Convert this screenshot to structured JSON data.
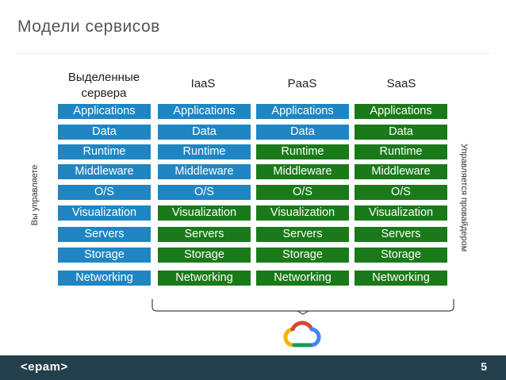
{
  "slide": {
    "title": "Модели сервисов",
    "page_number": "5",
    "logo_text": "<epam>"
  },
  "labels": {
    "left": "Вы управляете",
    "right": "Управляется провайдером"
  },
  "legend_colors": {
    "you_manage": "#1f86c3",
    "provider_manages": "#1a7a1a"
  },
  "layers": [
    "Applications",
    "Data",
    "Runtime",
    "Middleware",
    "O/S",
    "Visualization",
    "Servers",
    "Storage",
    "Networking"
  ],
  "columns": [
    {
      "header": "Выделенные\nсервера",
      "header_line1": "Выделенные",
      "header_line2": "сервера",
      "provider_from_index": 9
    },
    {
      "header": "IaaS",
      "provider_from_index": 5
    },
    {
      "header": "PaaS",
      "provider_from_index": 2
    },
    {
      "header": "SaaS",
      "provider_from_index": 0
    }
  ],
  "icons": {
    "cloud": "google-cloud-icon"
  }
}
